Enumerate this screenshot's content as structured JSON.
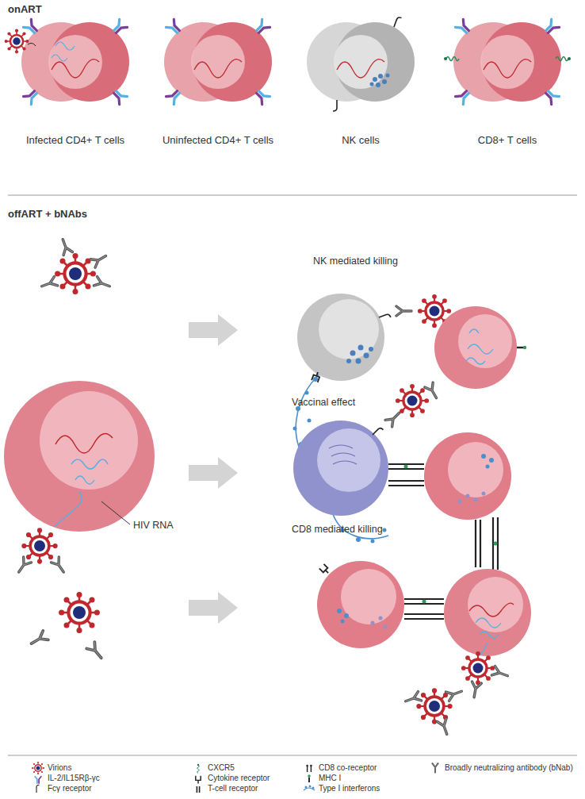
{
  "diagram": {
    "nodes": [
      {
        "text": [
          "Infected CD4+ T cells"
        ]
      },
      {
        "text": [
          "Uninfected CD4+ T cells"
        ]
      },
      {
        "text": [
          "NK cells"
        ]
      },
      {
        "text": [
          "CD8+ T cells"
        ]
      }
    ],
    "labels": [
      "onART",
      "offART + bNAbs",
      "NK mediated killing",
      "Vaccinal effect",
      "CD8 mediated killing",
      "HIV RNA"
    ],
    "legend": [
      {
        "text": "Virions"
      },
      {
        "text": "CXCR5"
      },
      {
        "text": "CD8 co-receptor"
      },
      {
        "text": "Broadly neutralizing antibody (bNab)"
      },
      {
        "text": "IL-2/IL15Rβ-γc"
      },
      {
        "text": "Cytokine receptor"
      },
      {
        "text": "MHC I"
      },
      {
        "text": "Fcγ receptor"
      },
      {
        "text": "T-cell receptor"
      },
      {
        "text": "Type I interferons"
      }
    ]
  }
}
